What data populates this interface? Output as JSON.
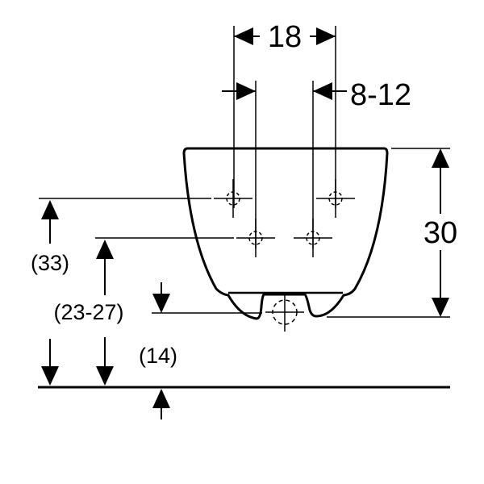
{
  "dimensions": {
    "hole_spacing_outer": "18",
    "hole_spacing_inner": "8-12",
    "bowl_height": "30",
    "upper_holes_height": "(33)",
    "lower_holes_height": "(23-27)",
    "waste_height": "(14)"
  },
  "colors": {
    "line": "#000000",
    "background": "#ffffff"
  }
}
